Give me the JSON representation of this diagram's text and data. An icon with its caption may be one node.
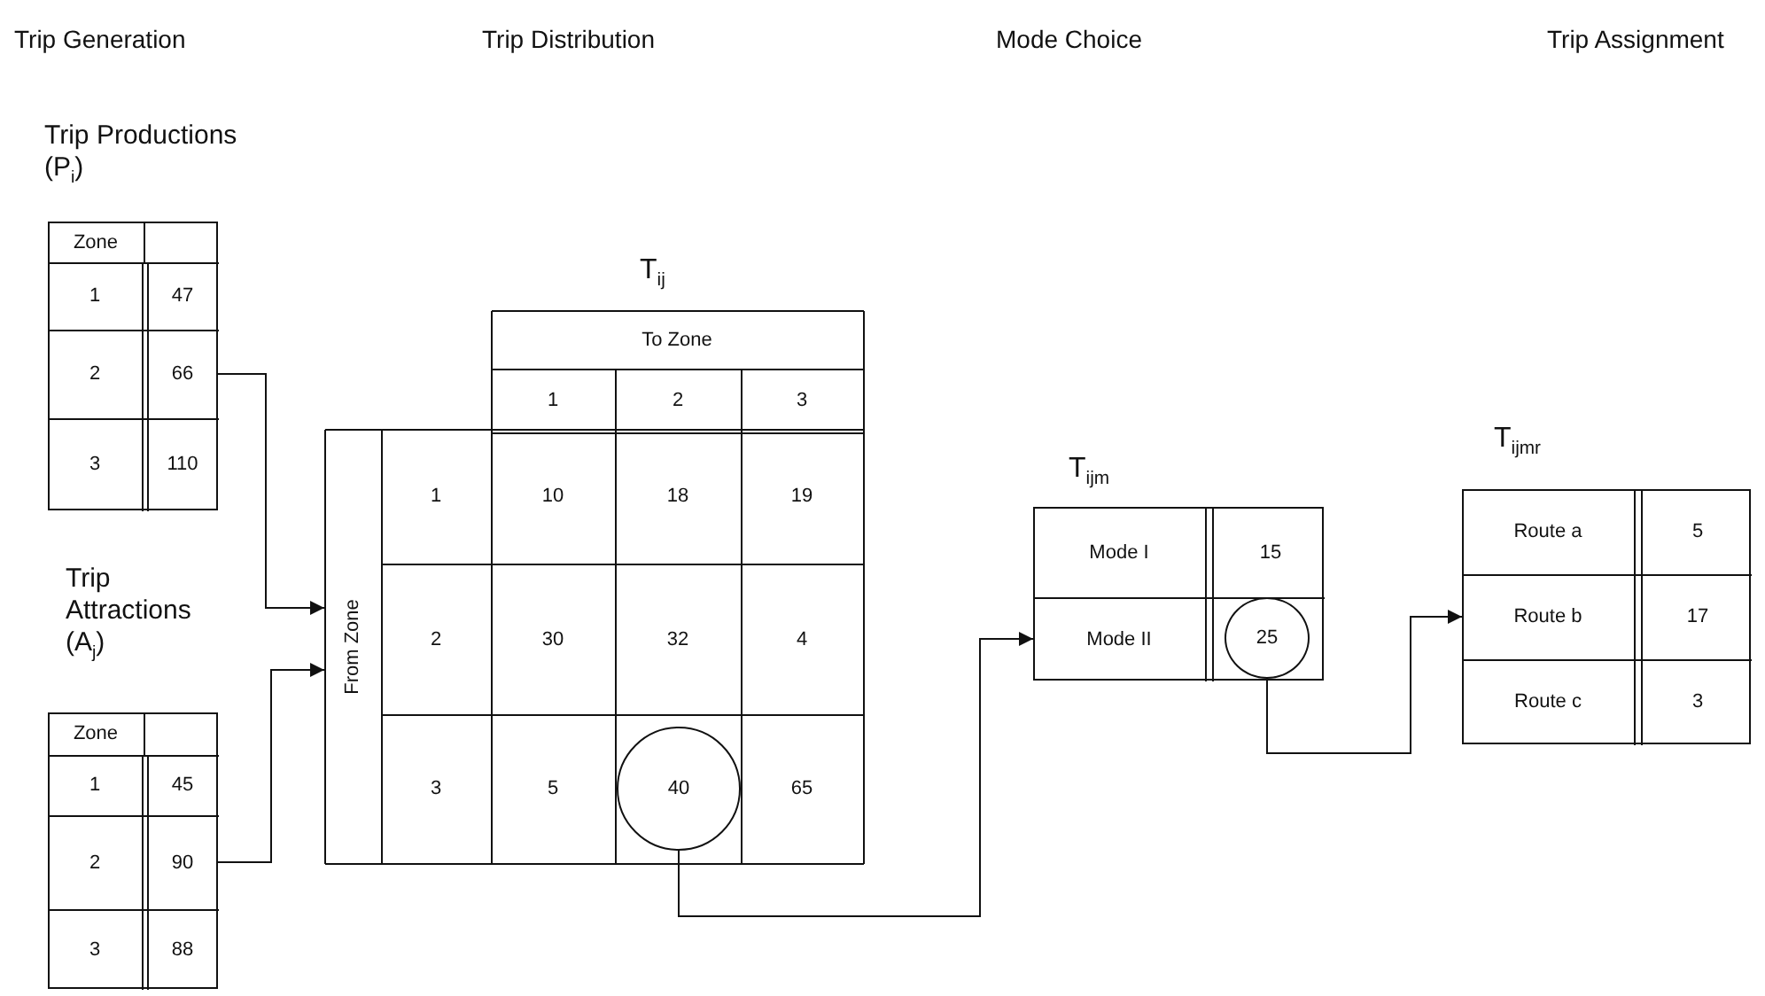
{
  "diagram": {
    "nodes": [
      {
        "text": [
          "Trip Productions (P$_{i}$)"
        ]
      },
      {
        "text": [
          "66"
        ],
        "in": 0
      },
      {
        "text": [
          "Trip Attractions (A$_{j}$)"
        ]
      },
      {
        "text": [
          "90"
        ],
        "in": 2
      },
      {
        "text": [
          "T$_{ij}$"
        ]
      },
      {
        "text": [
          "40"
        ],
        "in": 4
      },
      {
        "text": [
          "T$_{ijm}$"
        ]
      },
      {
        "text": [
          "Mode II"
        ],
        "in": 6
      },
      {
        "text": [
          "25"
        ],
        "in": 6
      },
      {
        "text": [
          "T$_{ijmr}$"
        ]
      },
      {
        "text": [
          "Route b"
        ],
        "in": 9
      }
    ],
    "edges": [
      {
        "from": 1,
        "to": 4,
        "arrow": "to"
      },
      {
        "from": 3,
        "to": 4,
        "arrow": "to"
      },
      {
        "from": 5,
        "to": 7,
        "arrow": "to"
      },
      {
        "from": 8,
        "to": 10,
        "arrow": "to"
      }
    ],
    "labels": [
      "Trip Generation",
      "Trip Distribution",
      "Mode Choice",
      "Trip Assignment",
      "Zone",
      "1",
      "47",
      "2",
      "3",
      "110",
      "Zone",
      "1",
      "45",
      "2",
      "3",
      "88",
      "To Zone",
      "1",
      "2",
      "3",
      "From Zone",
      "1",
      "10",
      "18",
      "19",
      "2",
      "30",
      "32",
      "4",
      "3",
      "5",
      "65",
      "Mode I",
      "15",
      "Route a",
      "5",
      "17",
      "Route c",
      "3"
    ]
  }
}
